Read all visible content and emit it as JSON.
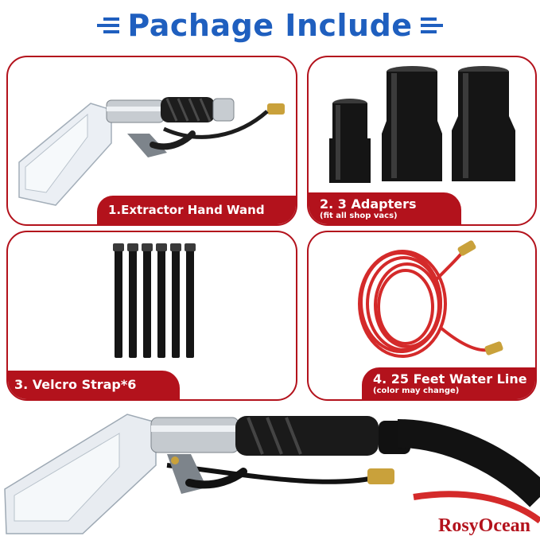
{
  "header": {
    "title": "Pachage Include"
  },
  "items": [
    {
      "label": "1.Extractor Hand Wand",
      "sub": ""
    },
    {
      "label": "2. 3 Adapters",
      "sub": "(fit all shop vacs)"
    },
    {
      "label": "3. Velcro Strap*6",
      "sub": ""
    },
    {
      "label": "4. 25 Feet Water Line",
      "sub": "(color may change)"
    }
  ],
  "brand": {
    "name": "RosyOcean"
  },
  "colors": {
    "title_blue": "#1f5fbf",
    "accent_red": "#b3121c"
  }
}
